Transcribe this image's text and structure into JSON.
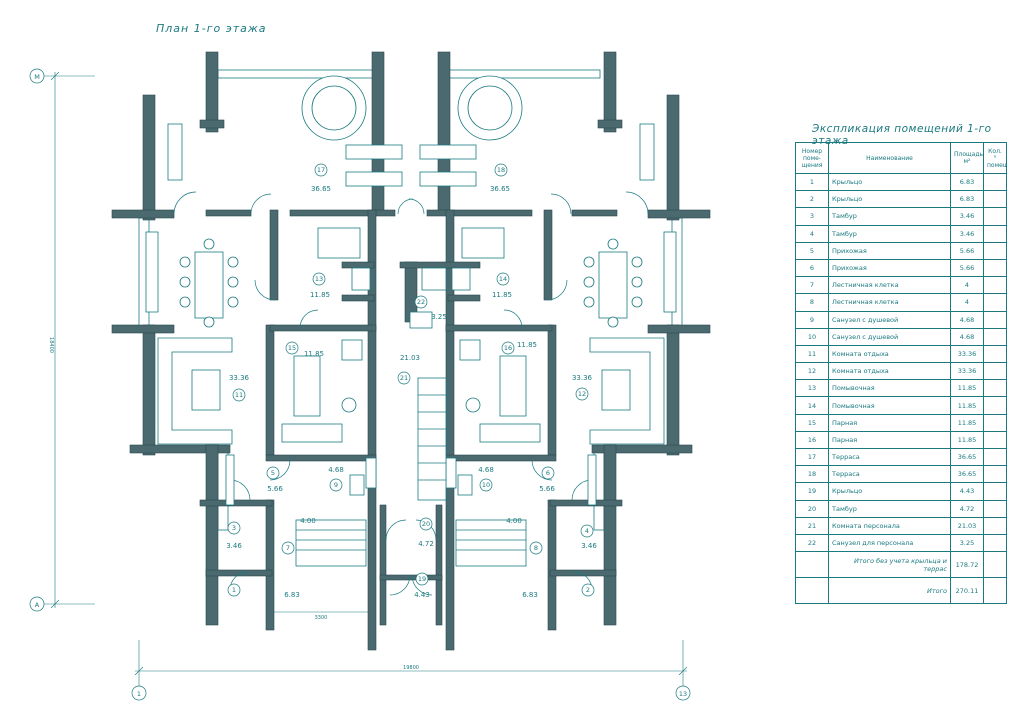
{
  "page": {
    "title": "План 1-го этажа"
  },
  "axes": {
    "top_left": "M",
    "bottom_left": "A",
    "bottom_left_x": "1",
    "bottom_right_x": "13",
    "vertical_dim": "18400",
    "horizontal_dim": "19800",
    "inner_dim": "3300"
  },
  "rooms": [
    {
      "num": "1",
      "area": "6.83"
    },
    {
      "num": "2",
      "area": "6.83"
    },
    {
      "num": "3",
      "area": "3.46"
    },
    {
      "num": "4",
      "area": "3.46"
    },
    {
      "num": "5",
      "area": "5.66"
    },
    {
      "num": "6",
      "area": "5.66"
    },
    {
      "num": "7",
      "area": "4.00"
    },
    {
      "num": "8",
      "area": "4.00"
    },
    {
      "num": "9",
      "area": "4.68"
    },
    {
      "num": "10",
      "area": "4.68"
    },
    {
      "num": "11",
      "area": "33.36"
    },
    {
      "num": "12",
      "area": "33.36"
    },
    {
      "num": "13",
      "area": "11.85"
    },
    {
      "num": "14",
      "area": "11.85"
    },
    {
      "num": "15",
      "area": "11.85"
    },
    {
      "num": "16",
      "area": "11.85"
    },
    {
      "num": "17",
      "area": "36.65"
    },
    {
      "num": "18",
      "area": "36.65"
    },
    {
      "num": "19",
      "area": "4.43"
    },
    {
      "num": "20",
      "area": "4.72"
    },
    {
      "num": "21",
      "area": "21.03"
    },
    {
      "num": "22",
      "area": "3.25"
    }
  ],
  "table": {
    "title": "Экспликация помещений 1-го этажа",
    "headers": {
      "num": "Номер поме-щения",
      "name": "Наименование",
      "area": "Площадь, м²",
      "qty": "Кол.° помещ."
    },
    "rows": [
      {
        "num": "1",
        "name": "Крыльцо",
        "area": "6.83"
      },
      {
        "num": "2",
        "name": "Крыльцо",
        "area": "6.83"
      },
      {
        "num": "3",
        "name": "Тамбур",
        "area": "3.46"
      },
      {
        "num": "4",
        "name": "Тамбур",
        "area": "3.46"
      },
      {
        "num": "5",
        "name": "Прихожая",
        "area": "5.66"
      },
      {
        "num": "6",
        "name": "Прихожая",
        "area": "5.66"
      },
      {
        "num": "7",
        "name": "Лестничная клетка",
        "area": "4"
      },
      {
        "num": "8",
        "name": "Лестничная клетка",
        "area": "4"
      },
      {
        "num": "9",
        "name": "Санузел с душевой",
        "area": "4.68"
      },
      {
        "num": "10",
        "name": "Санузел с душевой",
        "area": "4.68"
      },
      {
        "num": "11",
        "name": "Комната отдыха",
        "area": "33.36"
      },
      {
        "num": "12",
        "name": "Комната отдыха",
        "area": "33.36"
      },
      {
        "num": "13",
        "name": "Помывочная",
        "area": "11.85"
      },
      {
        "num": "14",
        "name": "Помывочная",
        "area": "11.85"
      },
      {
        "num": "15",
        "name": "Парная",
        "area": "11.85"
      },
      {
        "num": "16",
        "name": "Парная",
        "area": "11.85"
      },
      {
        "num": "17",
        "name": "Терраса",
        "area": "36.65"
      },
      {
        "num": "18",
        "name": "Терраса",
        "area": "36.65"
      },
      {
        "num": "19",
        "name": "Крыльцо",
        "area": "4.43"
      },
      {
        "num": "20",
        "name": "Тамбур",
        "area": "4.72"
      },
      {
        "num": "21",
        "name": "Комната персонала",
        "area": "21.03"
      },
      {
        "num": "22",
        "name": "Санузел для персонала",
        "area": "3.25"
      }
    ],
    "total_without": {
      "label": "Итого без учета крыльца и террас",
      "value": "178.72"
    },
    "total": {
      "label": "Итого",
      "value": "270.11"
    }
  },
  "colors": {
    "line": "#1a7a80",
    "wall": "#4a6a6f"
  }
}
